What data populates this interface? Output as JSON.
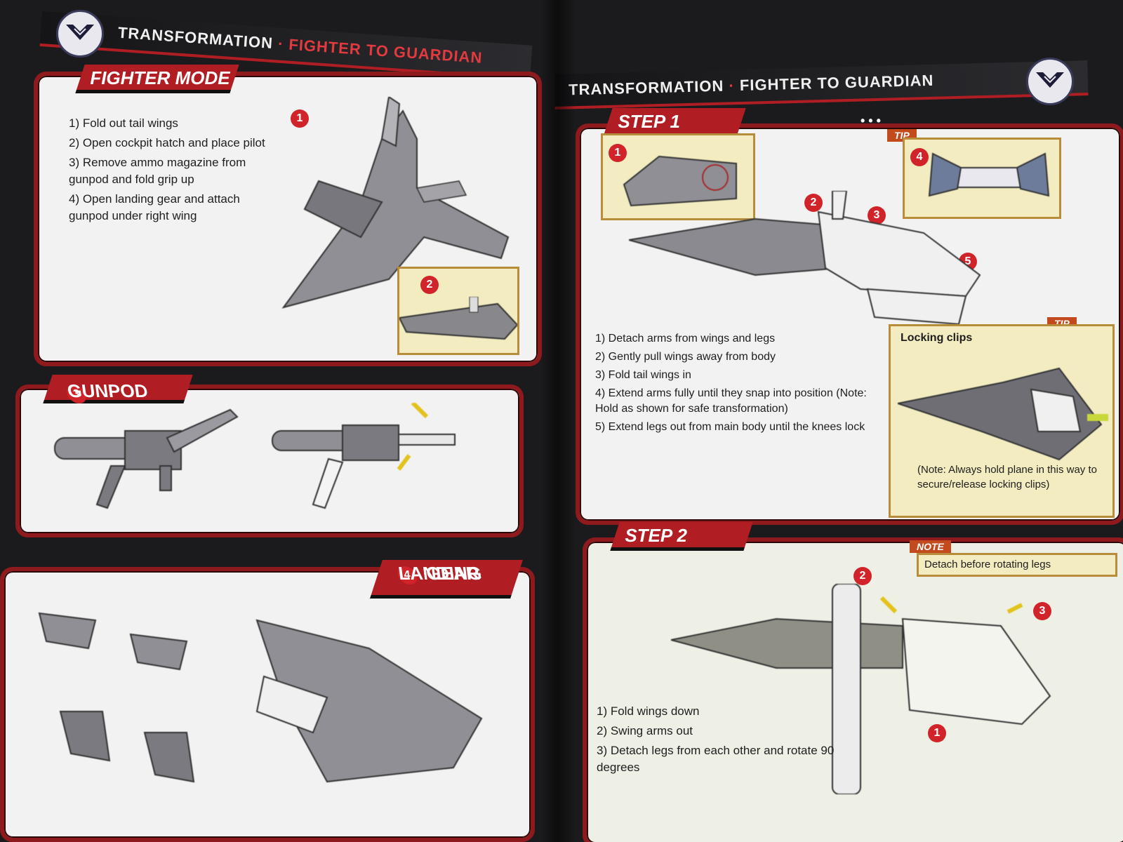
{
  "left_page": {
    "header": {
      "main": "TRANSFORMATION",
      "sep": "·",
      "sub": "FIGHTER TO GUARDIAN"
    },
    "fighter_mode": {
      "tab": "FIGHTER MODE",
      "steps": [
        "1) Fold out tail wings",
        "2) Open cockpit hatch and place pilot",
        "3) Remove ammo magazine from gunpod and fold grip up",
        "4) Open landing gear and attach gunpod under right wing"
      ],
      "badge1": "1",
      "badge2": "2"
    },
    "gunpod": {
      "badge": "3",
      "tab": "GUNPOD"
    },
    "landing_gear": {
      "badge": "4",
      "tab_line1": "LANDING",
      "tab_line2": "GEAR"
    }
  },
  "right_page": {
    "header": {
      "main": "TRANSFORMATION",
      "sep": "·",
      "sub": "FIGHTER TO GUARDIAN"
    },
    "step1": {
      "tab": "STEP 1",
      "dots": "• • •",
      "tip_flag": "TIP",
      "badges": [
        "1",
        "2",
        "3",
        "4",
        "5"
      ],
      "steps": [
        "1) Detach arms from wings and legs",
        "2) Gently pull wings away from body",
        "3) Fold tail wings in",
        "4) Extend arms fully until they snap into position (Note: Hold as shown for safe transformation)",
        "5) Extend legs out from main body until the knees lock"
      ],
      "tip2_flag": "TIP",
      "tip2_title": "Locking clips",
      "tip2_note": "(Note: Always hold plane in this way to secure/release locking clips)"
    },
    "step2": {
      "tab": "STEP 2",
      "note_flag": "NOTE",
      "note_text": "Detach before rotating legs",
      "badges": [
        "1",
        "2",
        "3"
      ],
      "steps": [
        "1) Fold wings down",
        "2) Swing arms out",
        "3) Detach legs from each other and rotate 90 degrees"
      ]
    }
  },
  "colors": {
    "brand_red": "#b01e23",
    "panel_border": "#8e1a1e",
    "tip_yellow": "#f2ecc0",
    "badge_red": "#d1242a"
  }
}
